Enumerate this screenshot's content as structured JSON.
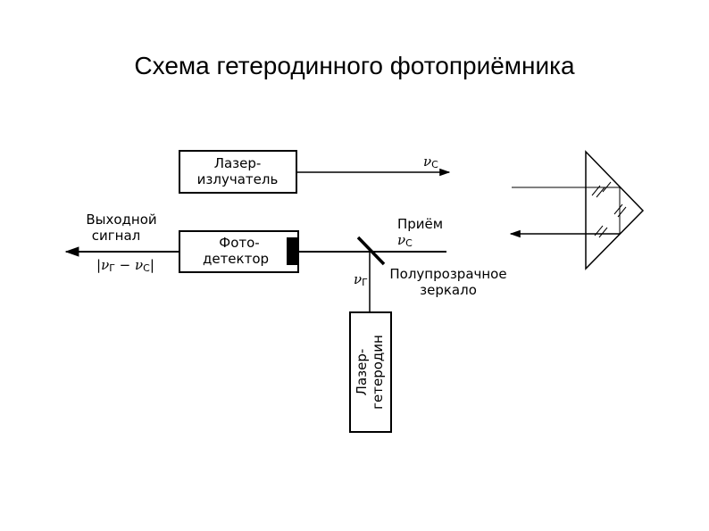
{
  "slide": {
    "title": "Схема гетеродинного фотоприёмника"
  },
  "diagram": {
    "laser_emitter": {
      "line1": "Лазер-",
      "line2": "излучатель"
    },
    "photodetector": {
      "line1": "Фото-",
      "line2": "детектор"
    },
    "laser_heterodyne": {
      "line1": "Лазер-",
      "line2": "гетеродин"
    },
    "output_signal": {
      "line1": "Выходной",
      "line2": "сигнал"
    },
    "difference_formula": {
      "nu_r": "ν",
      "sub_r": "Г",
      "minus": " − ",
      "nu_c": "ν",
      "sub_c": "С"
    },
    "emit_freq": {
      "nu": "ν",
      "sub": "С"
    },
    "receive": {
      "label": "Приём",
      "nu": "ν",
      "sub": "С"
    },
    "heterodyne_freq": {
      "nu": "ν",
      "sub": "Г"
    },
    "mirror_label": {
      "line1": "Полупрозрачное",
      "line2": "зеркало"
    }
  },
  "colors": {
    "stroke": "#000000",
    "background": "#ffffff"
  }
}
